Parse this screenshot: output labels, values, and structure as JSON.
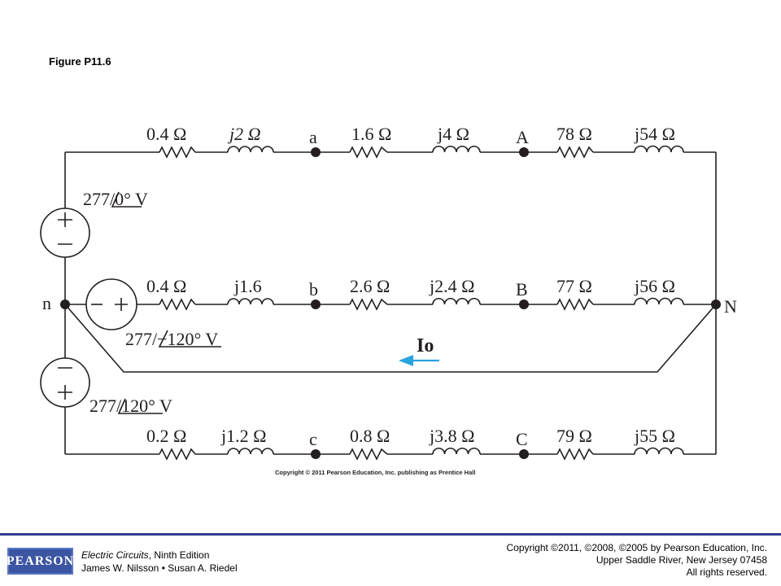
{
  "figure_title": "Figure P11.6",
  "labels": {
    "row_a": [
      "0.4 Ω",
      "j2 Ω",
      "a",
      "1.6 Ω",
      "j4 Ω",
      "A",
      "78 Ω",
      "j54 Ω"
    ],
    "row_b": [
      "0.4 Ω",
      "j1.6",
      "b",
      "2.6 Ω",
      "j2.4 Ω",
      "B",
      "77 Ω",
      "j56 Ω"
    ],
    "row_c": [
      "0.2 Ω",
      "j1.2 Ω",
      "c",
      "0.8 Ω",
      "j3.8 Ω",
      "C",
      "79 Ω",
      "j55 Ω"
    ],
    "node_n": "n",
    "node_N": "N",
    "source_a": "277/0° V",
    "source_b": "277/−120° V",
    "source_c": "277/120° V",
    "current": "Io"
  },
  "fig_copyright": "Copyright © 2011 Pearson Education, Inc. publishing as Prentice Hall",
  "footer": {
    "logo": "PEARSON",
    "book_title": "Electric Circuits",
    "book_edition": ", Ninth Edition",
    "authors": "James W. Nilsson • Susan A. Riedel",
    "copyright_1": "Copyright ©2011, ©2008, ©2005 by Pearson Education, Inc.",
    "copyright_2": "Upper Saddle River, New Jersey 07458",
    "copyright_3": "All rights reserved."
  },
  "colors": {
    "accent": "#2e3f8f",
    "current_arrow": "#29a3dc",
    "wire": "#231f20"
  }
}
